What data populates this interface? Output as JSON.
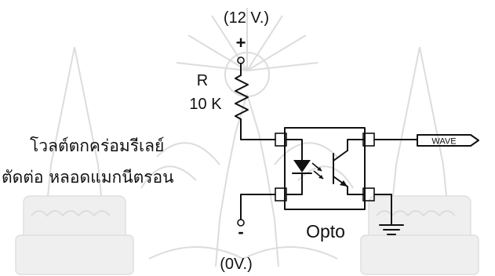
{
  "labels": {
    "supply_voltage": "(12 V.)",
    "plus_sign": "+",
    "resistor_name": "R",
    "resistor_value": "10 K",
    "note_line1": "โวลต์ตกคร่อมรีเลย์",
    "note_line2": "ตัดต่อ หลอดแมกนีตรอน",
    "output_tag": "WAVE",
    "opto_label": "Opto",
    "minus_sign": "-",
    "ground_voltage": "(0V.)"
  },
  "colors": {
    "ink": "#111111",
    "watermark": "#d9d9d9",
    "background": "#ffffff"
  },
  "icons": {
    "ground": "ground-symbol",
    "led": "led-symbol",
    "transistor": "phototransistor-symbol",
    "resistor": "resistor-zigzag",
    "watermark": "university-emblem-watermark"
  }
}
